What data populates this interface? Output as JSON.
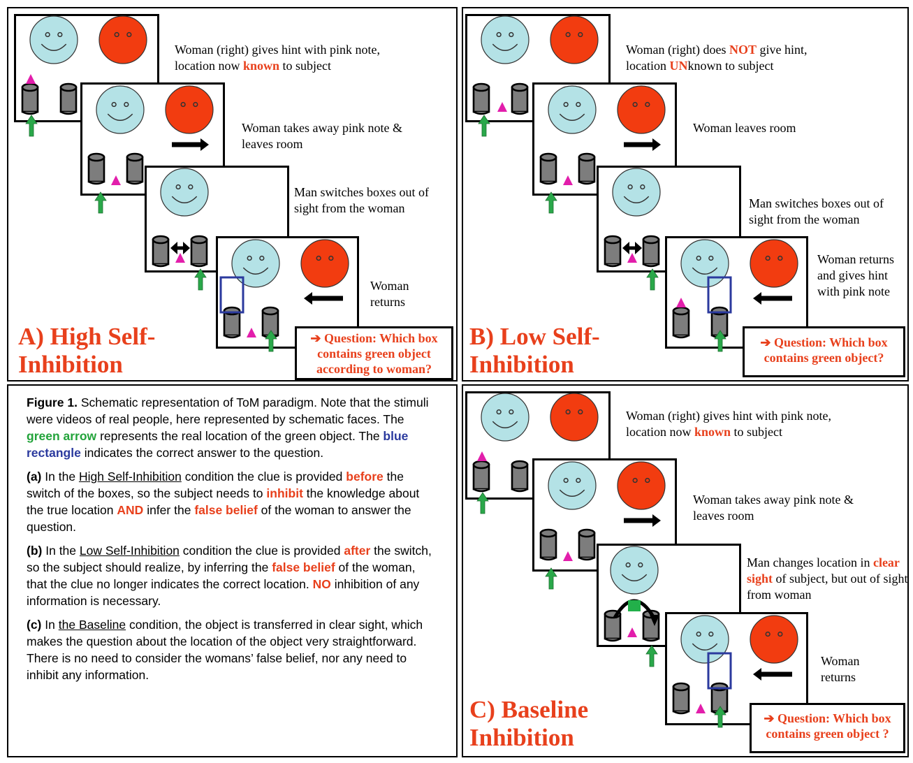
{
  "panel_a": {
    "label": "A) High Self-Inhibition",
    "frame1_caption": "Woman (right) gives hint with pink note, location now",
    "frame1_caption_highlight": "known",
    "frame1_caption_end": "to subject",
    "frame2_caption": "Woman takes away pink note & leaves room",
    "frame3_caption": "Man switches boxes out of sight from the woman",
    "frame4_caption": "Woman returns",
    "question_arrow": "➔",
    "question": "Question: Which box contains green object according to woman?"
  },
  "panel_b": {
    "label": "B) Low Self-Inhibition",
    "frame1_caption_a": "Woman (right) does",
    "frame1_caption_not": "NOT",
    "frame1_caption_b": "give hint,",
    "frame1_caption_un": "UN",
    "frame1_caption_c": "known to subject",
    "frame1_caption_loc": "location",
    "frame2_caption": "Woman leaves room",
    "frame3_caption": "Man switches boxes out of sight from the woman",
    "frame4_caption": "Woman returns and gives hint with pink note",
    "question_arrow": "➔",
    "question": "Question: Which box contains green object?"
  },
  "panel_c": {
    "label": "C) Baseline Inhibition",
    "frame1_caption": "Woman (right) gives hint with pink note, location now",
    "frame1_caption_highlight": "known",
    "frame1_caption_end": "to subject",
    "frame2_caption": "Woman takes away pink note & leaves room",
    "frame3_caption_a": "Man changes location in",
    "frame3_caption_highlight": "clear sight",
    "frame3_caption_b": "of subject, but out of sight from woman",
    "frame4_caption": "Woman returns",
    "question_arrow": "➔",
    "question": "Question: Which box contains green object ?"
  },
  "legend": {
    "fig_label": "Figure 1.",
    "p1_a": "Schematic representation of ToM paradigm. Note that the stimuli were videos of real people, here represented by schematic faces. The",
    "p1_green": "green arrow",
    "p1_b": "represents the real location of the green object. The",
    "p1_blue": "blue rectangle",
    "p1_c": "indicates the correct answer to the question.",
    "pa_label": "(a)",
    "pa_1": "In the",
    "pa_cond": "High Self-Inhibition",
    "pa_2": "condition the clue is provided",
    "pa_before": "before",
    "pa_3": "the switch of the boxes, so the subject needs to",
    "pa_inhibit": "inhibit",
    "pa_4": "the knowledge about the true location",
    "pa_and": "AND",
    "pa_5": "infer the",
    "pa_false": "false belief",
    "pa_6": "of the woman to answer the question.",
    "pb_label": "(b)",
    "pb_1": "In the",
    "pb_cond": "Low Self-Inhibition",
    "pb_2": "condition the clue is provided",
    "pb_after": "after",
    "pb_3": "the switch, so the subject should realize, by inferring the",
    "pb_false": "false belief",
    "pb_4": "of the woman, that the clue no longer indicates the correct location.",
    "pb_no": "NO",
    "pb_5": "inhibition of any information is necessary.",
    "pc_label": "(c)",
    "pc_1": "In",
    "pc_cond": "the Baseline",
    "pc_2": "condition, the object is transferred in clear sight, which makes the question about the location of the object very straightforward. There is no need to consider the womans’ false belief, nor any need to inhibit any information."
  },
  "colors": {
    "face_blue": "#b4e2e6",
    "face_red": "#f23c10",
    "label_red": "#e8401c",
    "box_gray": "#7d7d7d",
    "note_pink": "#e21eab",
    "arrow_green": "#2aa84a",
    "answer_blue": "#2b3a9e",
    "object_green": "#22b04a"
  }
}
